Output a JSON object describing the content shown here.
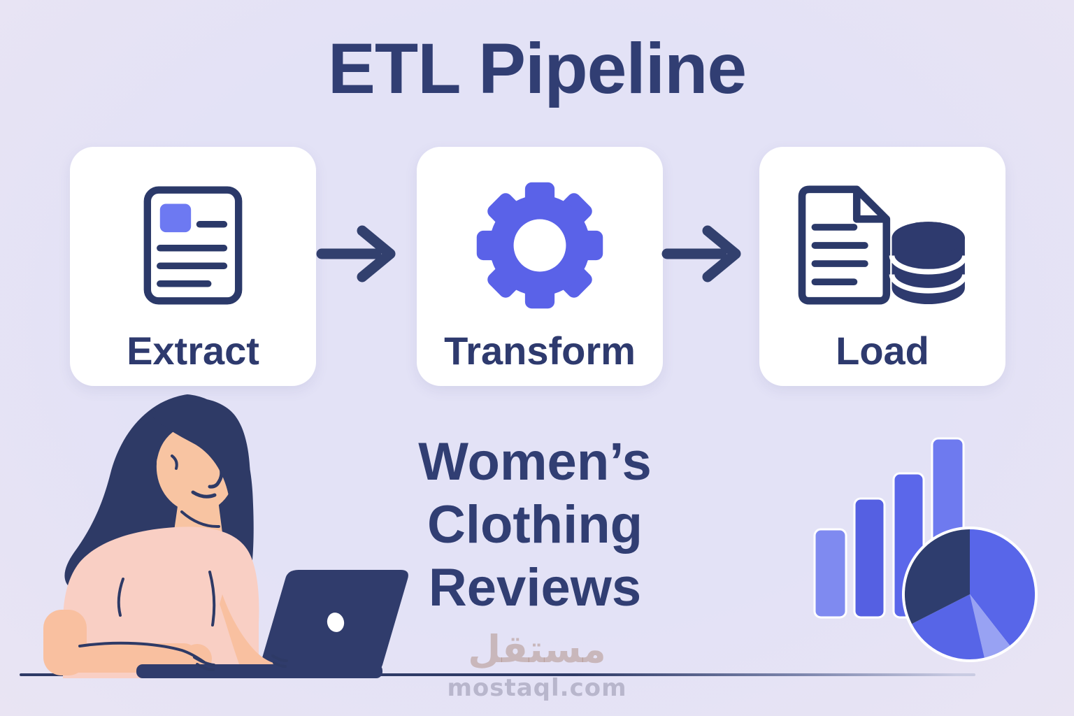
{
  "title": "ETL Pipeline",
  "steps": [
    {
      "label": "Extract",
      "icon": "document-icon"
    },
    {
      "label": "Transform",
      "icon": "gear-icon"
    },
    {
      "label": "Load",
      "icon": "document-database-icon"
    }
  ],
  "subtitle": "Women’s Clothing Reviews",
  "watermark": {
    "arabic": "مستقل",
    "latin": "mostaql.com"
  },
  "colors": {
    "background": "#e3e2f6",
    "navy": "#313e73",
    "icon_outline": "#2b3969",
    "periwinkle": "#5a62e8",
    "periwinkle_light": "#98a2f3",
    "card": "#ffffff",
    "hair": "#2e3a66",
    "skin": "#f8c4a2",
    "shirt": "#f9cfc4",
    "laptop": "#303c6c"
  },
  "decor": {
    "bar_chart_bar_count": 4,
    "pie_chart_slice_count": 4,
    "bar_relative_heights": [
      126,
      170,
      206,
      232
    ]
  }
}
